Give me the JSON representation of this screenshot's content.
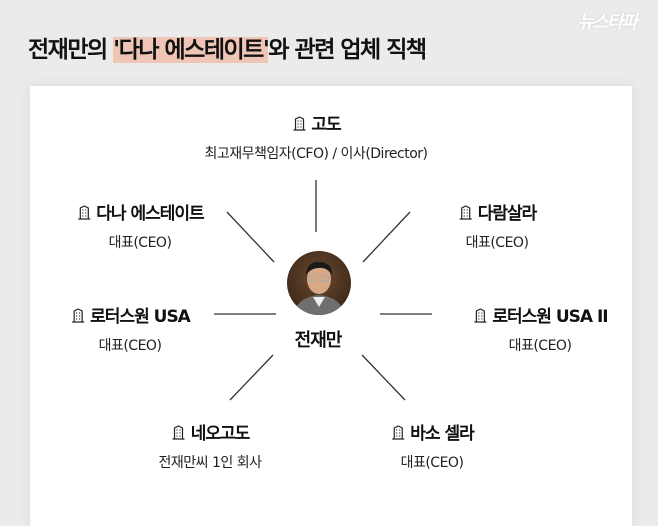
{
  "title": {
    "before": "전재만의 ",
    "highlight": "'다나 에스테이트'",
    "after": "와 관련 업체 직책"
  },
  "logo": "뉴스타파",
  "center": {
    "name": "전재만"
  },
  "nodes": [
    {
      "name": "고도",
      "role": "최고재무책임자(CFO) / 이사(Director)"
    },
    {
      "name": "다나 에스테이트",
      "role": "대표(CEO)"
    },
    {
      "name": "다람살라",
      "role": "대표(CEO)"
    },
    {
      "name": "로터스원 USA",
      "role": "대표(CEO)"
    },
    {
      "name": "로터스원 USA II",
      "role": "대표(CEO)"
    },
    {
      "name": "네오고도",
      "role": "전재만씨 1인 회사"
    },
    {
      "name": "바소 셀라",
      "role": "대표(CEO)"
    }
  ]
}
